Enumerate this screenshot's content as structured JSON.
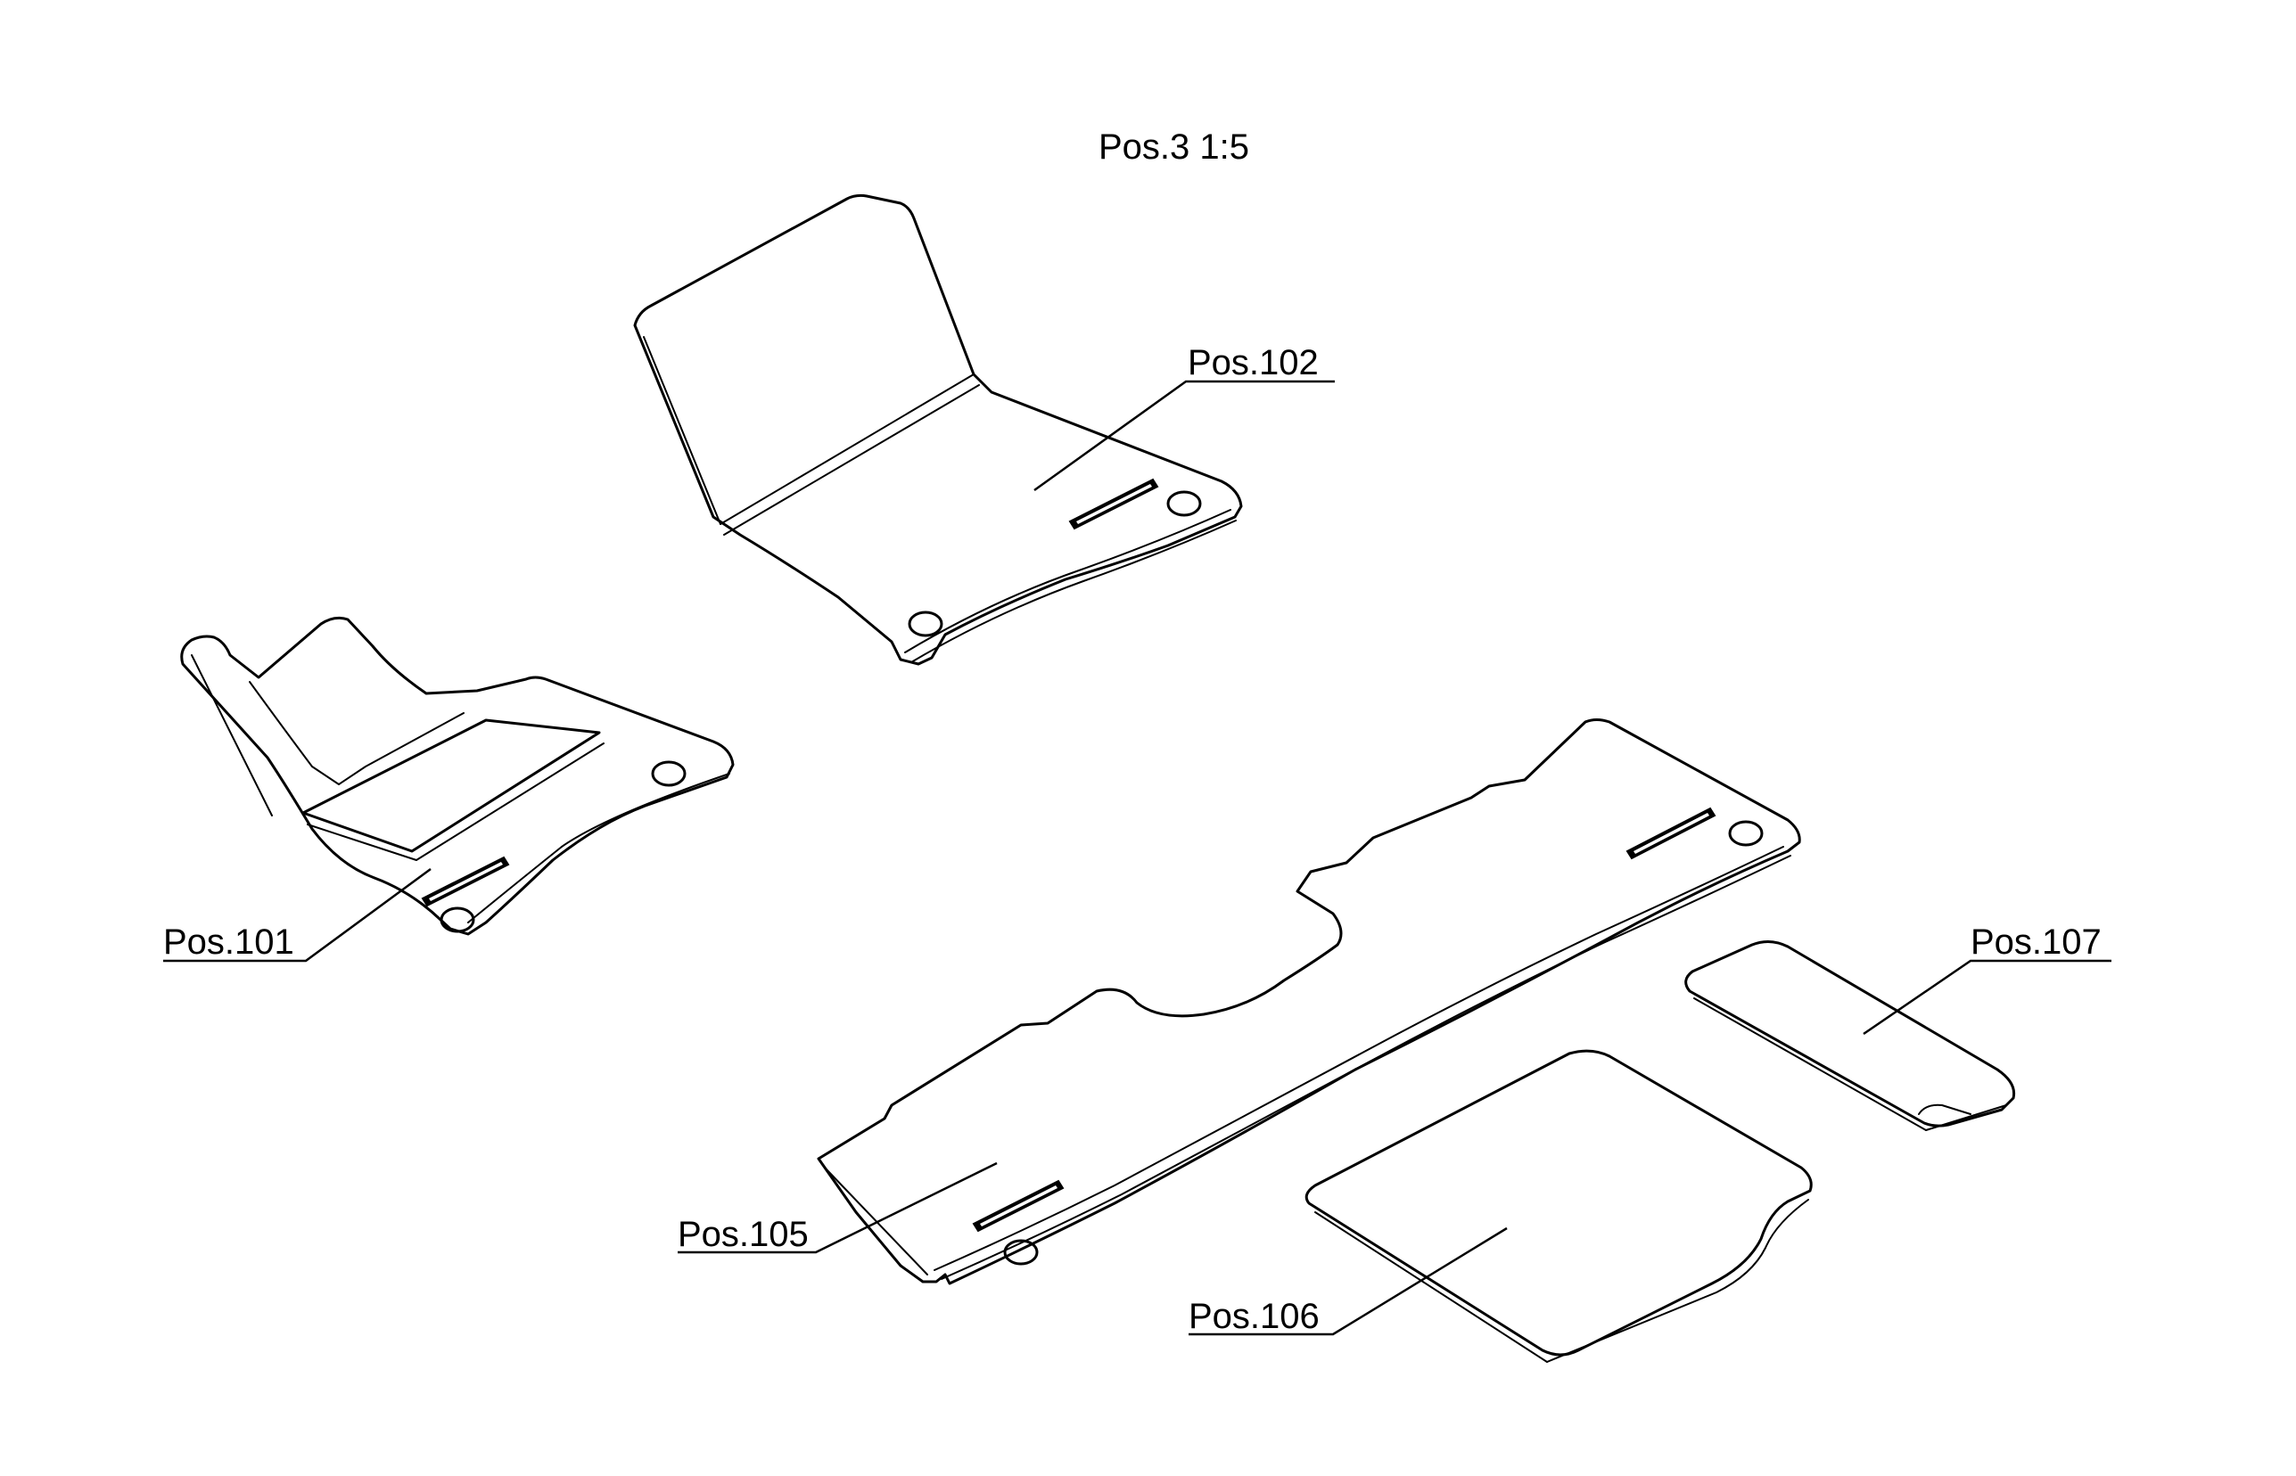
{
  "drawing": {
    "title": "Pos.3  1:5",
    "callouts": {
      "pos_101": "Pos.101",
      "pos_102": "Pos.102",
      "pos_105": "Pos.105",
      "pos_106": "Pos.106",
      "pos_107": "Pos.107"
    }
  }
}
